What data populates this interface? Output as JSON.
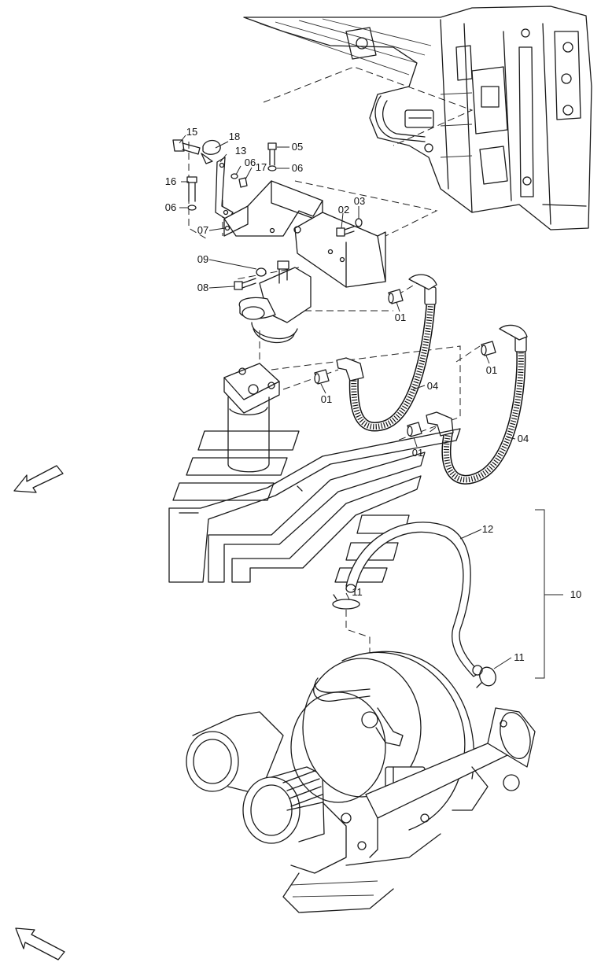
{
  "callouts": {
    "c15": "15",
    "c18": "18",
    "c13": "13",
    "c05": "05",
    "c06a": "06",
    "c17": "17",
    "c06b": "06",
    "c16": "16",
    "c06c": "06",
    "c07": "07",
    "c02": "02",
    "c03": "03",
    "c09": "09",
    "c08": "08",
    "c01a": "01",
    "c01b": "01",
    "c01c": "01",
    "c01d": "01",
    "c04a": "04",
    "c04b": "04",
    "c12": "12",
    "c11a": "11",
    "c11b": "11",
    "c10": "10"
  },
  "icons": {
    "view_arrow_top": "direction-arrow-icon",
    "view_arrow_bottom": "direction-arrow-icon"
  },
  "colors": {
    "line": "#1a1a1a",
    "background": "#ffffff"
  }
}
